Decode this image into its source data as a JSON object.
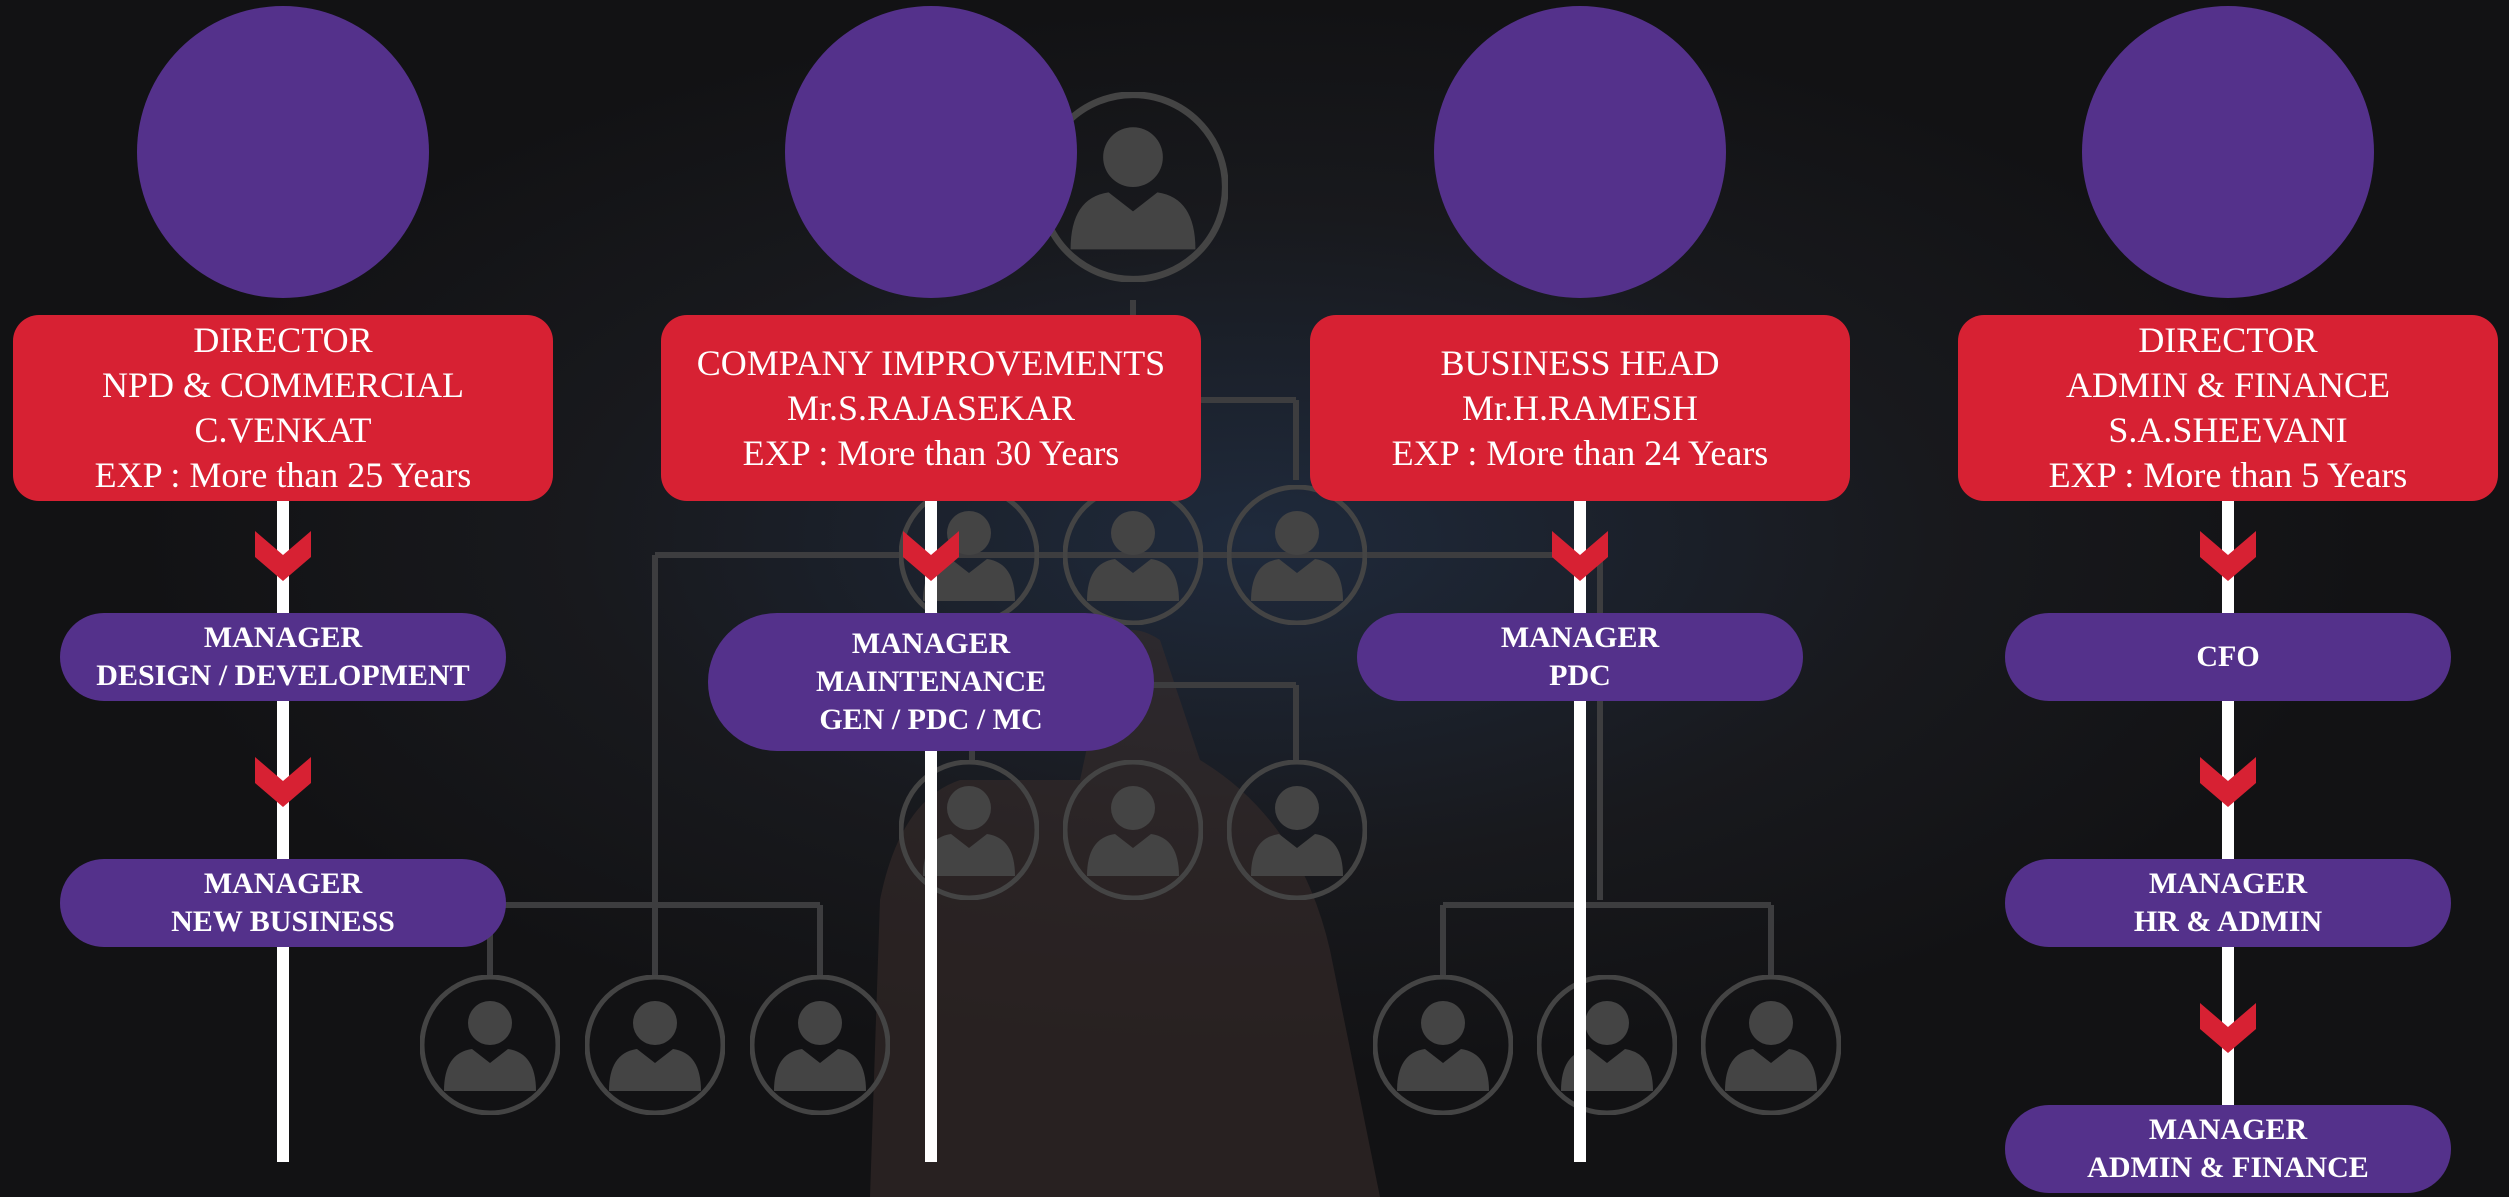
{
  "colors": {
    "head_red": "#d72133",
    "purple": "#54318b",
    "background": "#141416",
    "line": "#ffffff"
  },
  "background_icon": "person-network-icon",
  "columns": [
    {
      "head_lines": [
        "DIRECTOR",
        "NPD & COMMERCIAL",
        "C.VENKAT",
        "EXP : More than 25 Years"
      ],
      "managers": [
        [
          "MANAGER",
          "DESIGN / DEVELOPMENT"
        ],
        [
          "MANAGER",
          "NEW BUSINESS"
        ]
      ]
    },
    {
      "head_lines": [
        "COMPANY IMPROVEMENTS",
        "Mr.S.RAJASEKAR",
        "EXP : More than 30 Years"
      ],
      "managers": [
        [
          "MANAGER",
          "MAINTENANCE",
          "GEN / PDC / MC"
        ]
      ]
    },
    {
      "head_lines": [
        "BUSINESS HEAD",
        "Mr.H.RAMESH",
        "EXP : More than 24 Years"
      ],
      "managers": [
        [
          "MANAGER",
          "PDC"
        ]
      ]
    },
    {
      "head_lines": [
        "DIRECTOR",
        "ADMIN & FINANCE",
        "S.A.SHEEVANI",
        "EXP : More than 5 Years"
      ],
      "managers": [
        [
          "CFO"
        ],
        [
          "MANAGER",
          "HR & ADMIN"
        ],
        [
          "MANAGER",
          "ADMIN & FINANCE"
        ]
      ]
    }
  ]
}
